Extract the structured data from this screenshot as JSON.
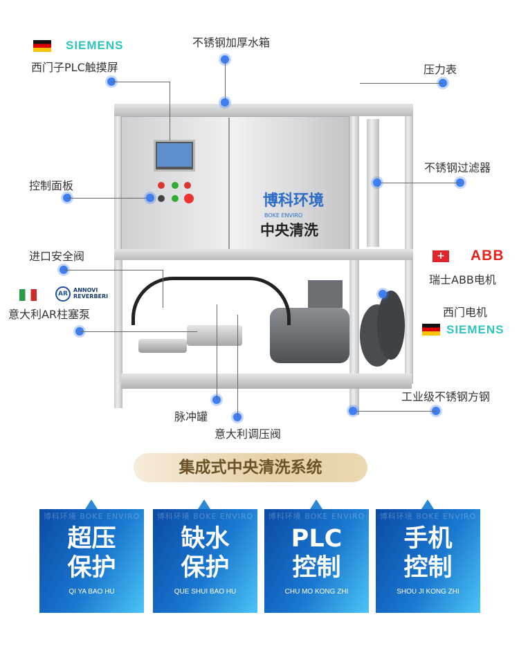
{
  "brands": {
    "siemens": "SIEMENS",
    "abb": "ABB",
    "annovi": "ANNOVI REVERBERI",
    "ar": "AR"
  },
  "callouts": {
    "plc": "西门子PLC触摸屏",
    "tank": "不锈钢加厚水箱",
    "gauge": "压力表",
    "filter": "不锈钢过滤器",
    "panel": "控制面板",
    "inlet_valve": "进口安全阀",
    "pump": "意大利AR柱塞泵",
    "abb_motor": "瑞士ABB电机",
    "siemens_motor": "西门电机",
    "frame": "工业级不锈钢方钢",
    "pulse_tank": "脉冲罐",
    "pressure_valve": "意大利调压阀"
  },
  "machine": {
    "logo": "博科环境",
    "logo_en": "BOKE ENVIRO",
    "title": "中央清洗"
  },
  "banner": "集成式中央清洗系统",
  "features": [
    {
      "line1": "超压",
      "line2": "保护",
      "pinyin": "QI YA BAO HU"
    },
    {
      "line1": "缺水",
      "line2": "保护",
      "pinyin": "QUE SHUI BAO HU"
    },
    {
      "line1": "PLC",
      "line2": "控制",
      "pinyin": "CHU MO KONG ZHI"
    },
    {
      "line1": "手机",
      "line2": "控制",
      "pinyin": "SHOU JI KONG ZHI"
    }
  ],
  "watermark": "博科环境 BOKE ENVIRO",
  "colors": {
    "accent": "#3f7ef0",
    "siemens": "#2ec4bd",
    "abb": "#e2231a",
    "banner_text": "#6b5226",
    "card": "#1a77cf"
  }
}
